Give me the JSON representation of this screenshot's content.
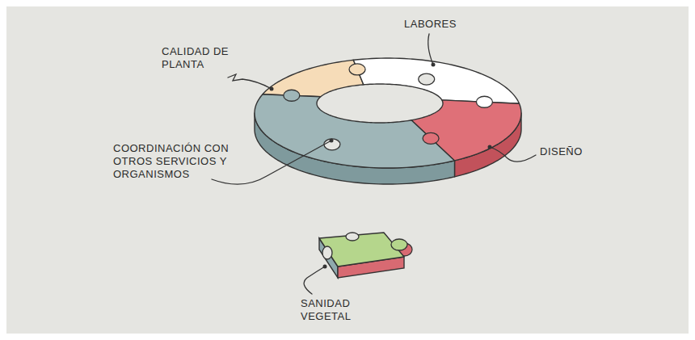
{
  "diagram": {
    "labels": [
      "CALIDAD DE PLANTA",
      "LABORES",
      "DISEÑO",
      "COORDINACIÓN CON OTROS SERVICIOS Y ORGANISMOS",
      "SANIDAD VEGETAL"
    ]
  }
}
